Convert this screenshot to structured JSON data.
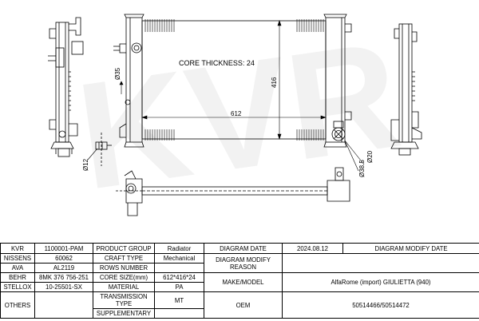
{
  "watermark": "KVR",
  "drawing": {
    "core_thickness": "CORE THICKNESS: 24",
    "dim_width": "612",
    "dim_height": "416",
    "dim_35": "Ø35",
    "dim_12": "Ø12",
    "dim_385": "Ø38.5",
    "dim_20": "Ø20"
  },
  "table": {
    "r1": {
      "brand": "KVR",
      "code": "1100001-PAM",
      "label1": "PRODUCT GROUP",
      "value1": "Radiator",
      "label2": "DIAGRAM DATE",
      "value2": "2024.08.12",
      "label3": "DIAGRAM MODIFY DATE",
      "value3": ""
    },
    "r2": {
      "brand": "NISSENS",
      "code": "60062",
      "label1": "CRAFT TYPE",
      "value1": "Mechanical",
      "label2": "DIAGRAM MODIFY REASON",
      "value2": ""
    },
    "r3": {
      "brand": "AVA",
      "code": "AL2119",
      "label1": "ROWS NUMBER",
      "value1": ""
    },
    "r4": {
      "brand": "BEHR",
      "code": "8MK 376 756-251",
      "label1": "CORE SIZE(mm)",
      "value1": "612*416*24",
      "label2": "MAKE/MODEL",
      "value2": "AlfaRome (import) GIULIETTA (940)"
    },
    "r5": {
      "brand": "STELLOX",
      "code": "10-25501-SX",
      "label1": "MATERIAL",
      "value1": "PA"
    },
    "r6": {
      "brand": "OTHERS",
      "code": "",
      "label1": "TRANSMISSION TYPE",
      "value1": "MT",
      "label2": "OEM",
      "value2": "50514466/50514472"
    },
    "r7": {
      "label1": "SUPPLEMENTARY",
      "value1": ""
    }
  }
}
